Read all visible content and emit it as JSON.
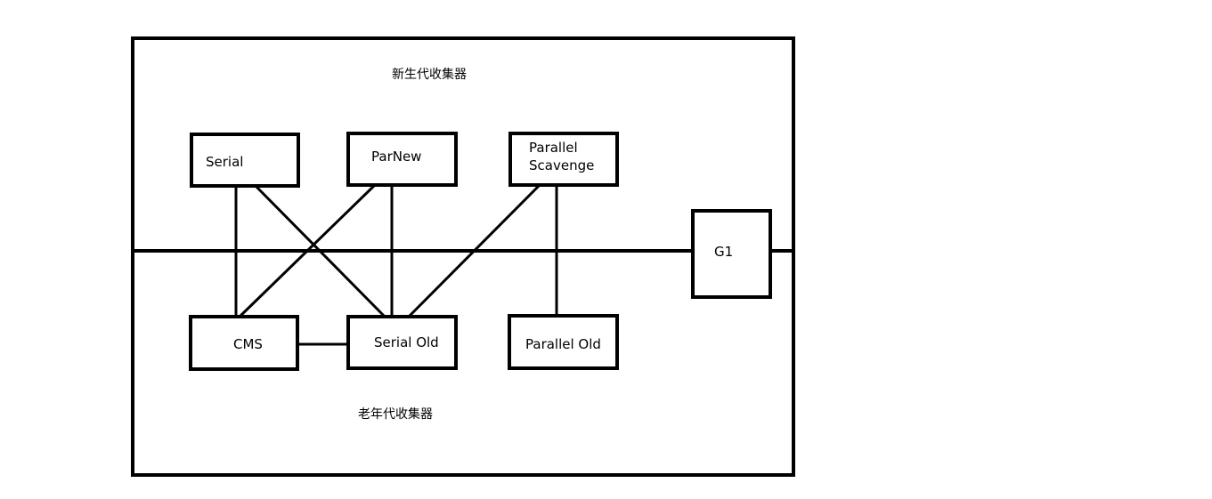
{
  "regions": {
    "young": "新生代收集器",
    "old": "老年代收集器"
  },
  "collectors": {
    "serial": "Serial",
    "parnew": "ParNew",
    "parallel_scavenge": "Parallel\nScavenge",
    "cms": "CMS",
    "serial_old": "Serial Old",
    "parallel_old": "Parallel Old",
    "g1": "G1"
  }
}
